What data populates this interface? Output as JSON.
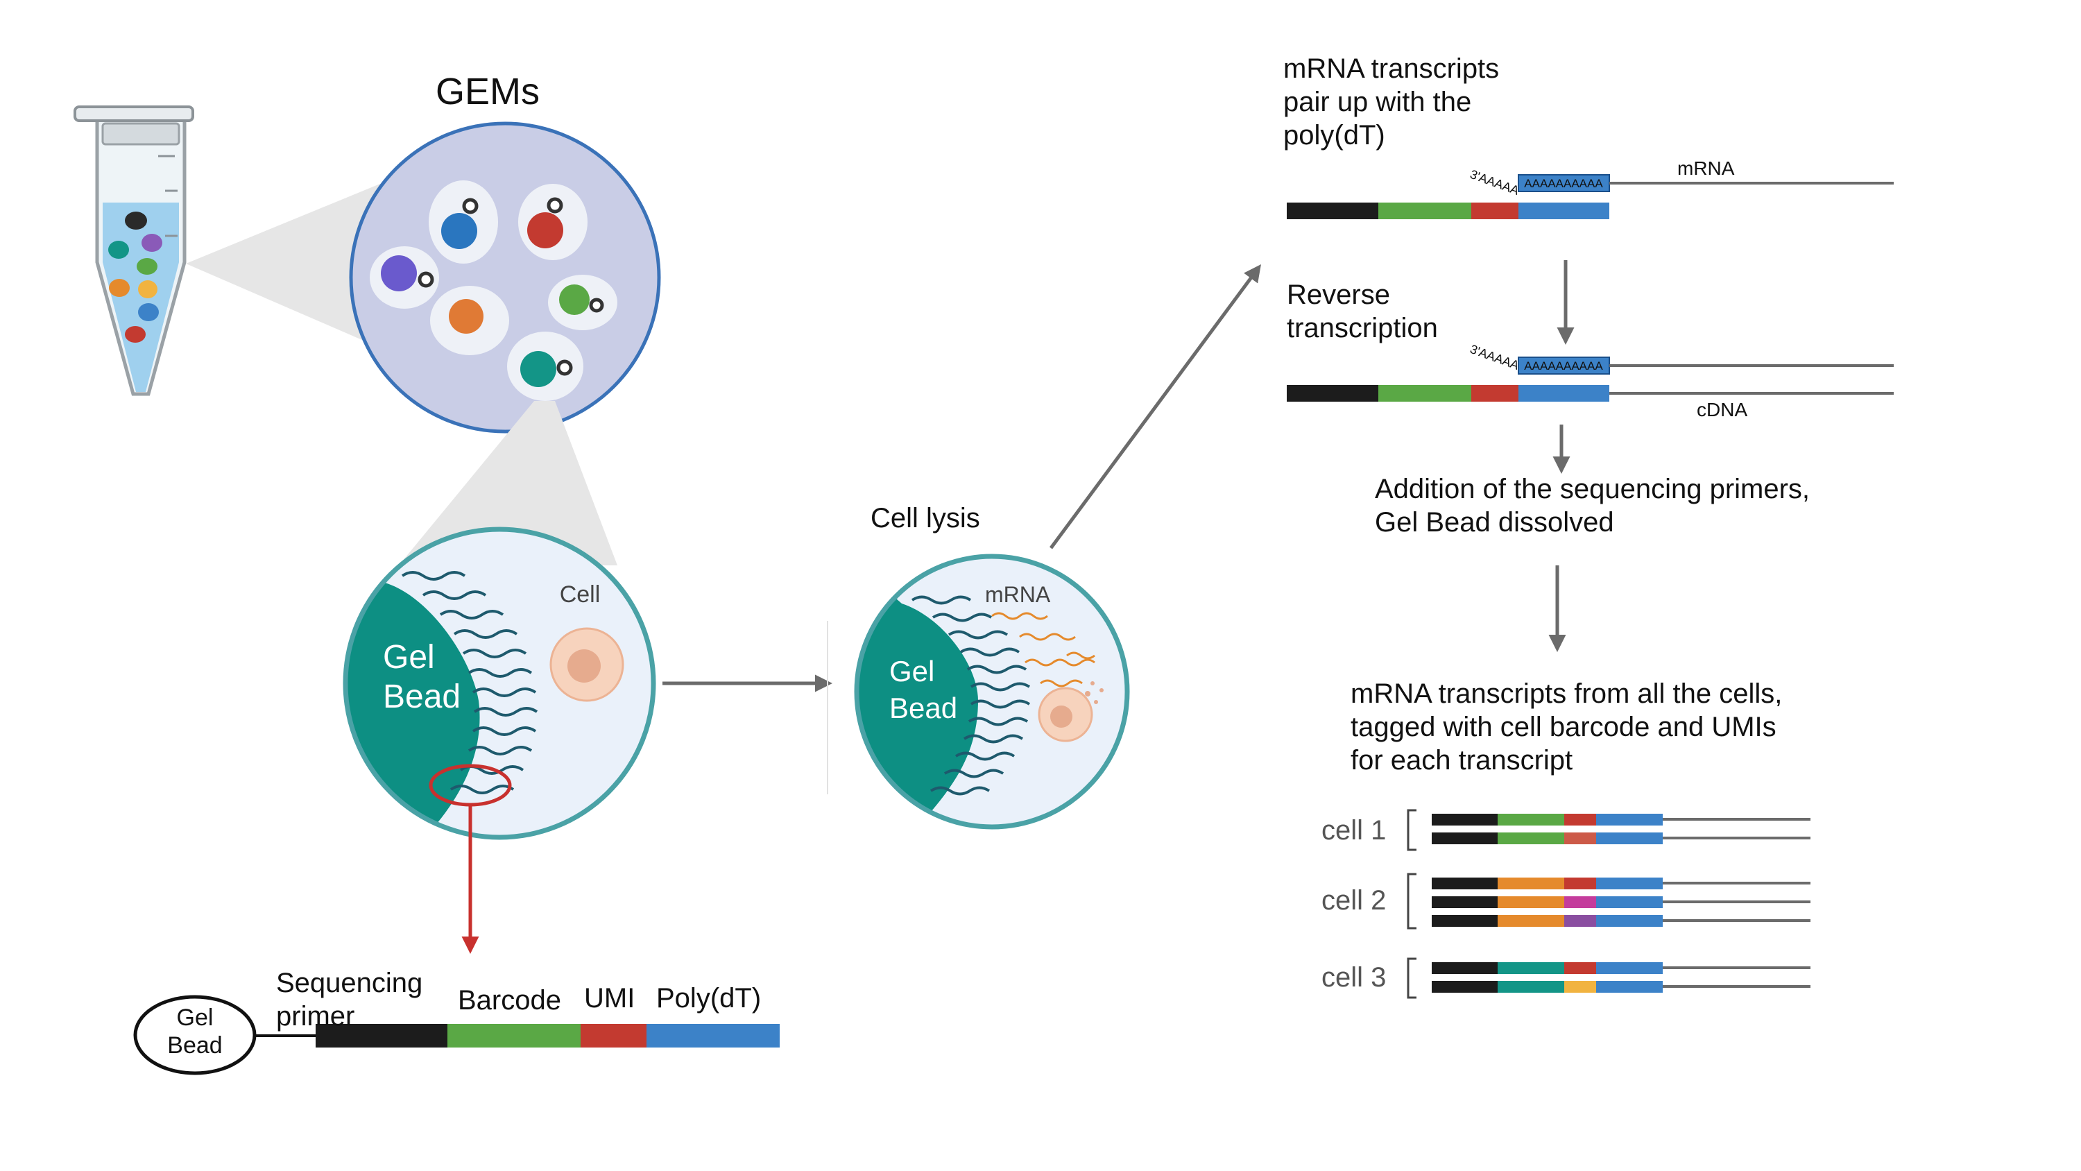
{
  "gems_title": "GEMs",
  "gel_bead_big": {
    "line1": "Gel",
    "line2": "Bead"
  },
  "cell_label": "Cell",
  "lysis_title": "Cell lysis",
  "lysis_mrna_label": "mRNA",
  "structure": {
    "bead_line1": "Gel",
    "bead_line2": "Bead",
    "seq_primer_line1": "Sequencing",
    "seq_primer_line2": "primer",
    "barcode": "Barcode",
    "umi": "UMI",
    "polydt": "Poly(dT)"
  },
  "step1": {
    "line1": "mRNA transcripts",
    "line2": "pair up with the",
    "line3": "poly(dT)",
    "polya_tail": "3'AAAAA",
    "polya_box": "AAAAAAAAAA",
    "mrna": "mRNA"
  },
  "step2": {
    "line1": "Reverse",
    "line2": "transcription",
    "polya_tail": "3'AAAAA",
    "polya_box": "AAAAAAAAAA",
    "cdna": "cDNA"
  },
  "step3": {
    "line1": "Addition of the sequencing primers,",
    "line2": "Gel Bead dissolved"
  },
  "step4": {
    "line1": "mRNA transcripts from all the cells,",
    "line2": "tagged with cell barcode and UMIs",
    "line3": "for each transcript"
  },
  "cells": [
    {
      "label": "cell 1",
      "barcode_color": "#5aa845",
      "umi_colors": [
        "#c33a30",
        "#cc5a48"
      ]
    },
    {
      "label": "cell 2",
      "barcode_color": "#e58a2c",
      "umi_colors": [
        "#c33a30",
        "#c43c9c",
        "#8a4ea0"
      ]
    },
    {
      "label": "cell 3",
      "barcode_color": "#139587",
      "umi_colors": [
        "#c33a30",
        "#f1b340"
      ]
    }
  ],
  "colors": {
    "primer": "#1c1c1c",
    "barcode": "#5aa845",
    "umi": "#c33a30",
    "polydt": "#3c82c8",
    "gel_bead": "#0d8f83",
    "droplet_border": "#4aa2a6",
    "gems_fill": "#c9cde6",
    "gems_border": "#3a72b8",
    "arrow_red": "#c8312e",
    "arrow_gray": "#6b6b6b"
  },
  "icons": [
    "tube-icon",
    "droplet-icon",
    "cell-icon",
    "arrow-icon"
  ]
}
